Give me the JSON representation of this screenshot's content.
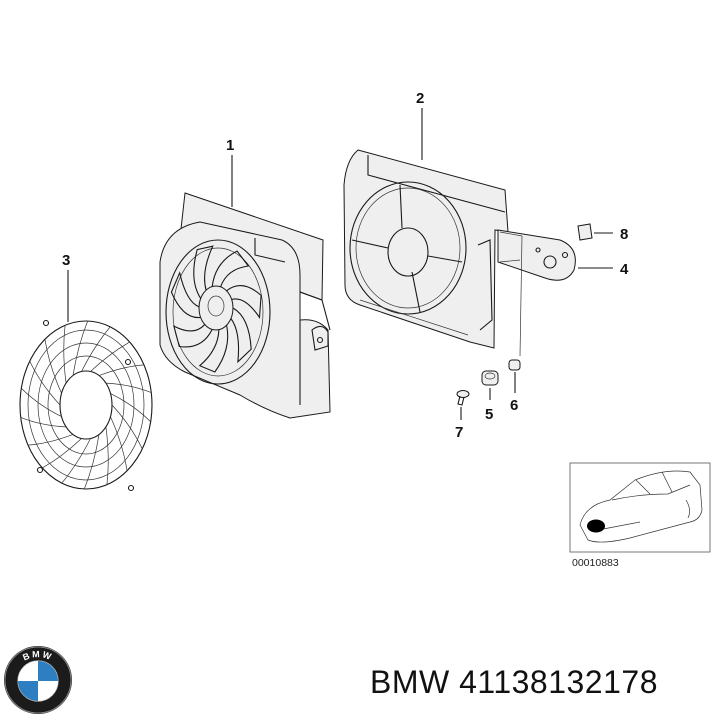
{
  "diagram": {
    "callouts": [
      {
        "id": "1",
        "label": "1"
      },
      {
        "id": "2",
        "label": "2"
      },
      {
        "id": "3",
        "label": "3"
      },
      {
        "id": "4",
        "label": "4"
      },
      {
        "id": "5",
        "label": "5"
      },
      {
        "id": "6",
        "label": "6"
      },
      {
        "id": "7",
        "label": "7"
      },
      {
        "id": "8",
        "label": "8"
      }
    ],
    "reference_code": "00010883"
  },
  "brand": {
    "logo_letters": "BMW"
  },
  "caption": {
    "text": "BMW 41138132178"
  }
}
